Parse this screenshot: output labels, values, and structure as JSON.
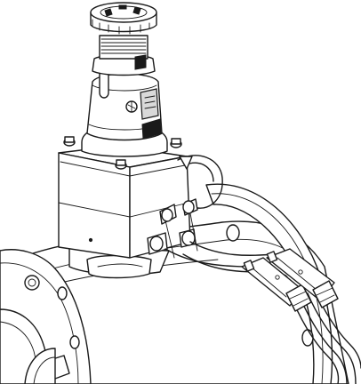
{
  "figure": {
    "background": "#ffffff",
    "line_color": "#1a1a1a",
    "shade_color": "#d9d9d9"
  },
  "parts": [
    "handwheel",
    "bonnet",
    "yoke-body",
    "actuator-housing",
    "valve-body",
    "pipe-flange",
    "solenoid-connectors",
    "cables"
  ]
}
